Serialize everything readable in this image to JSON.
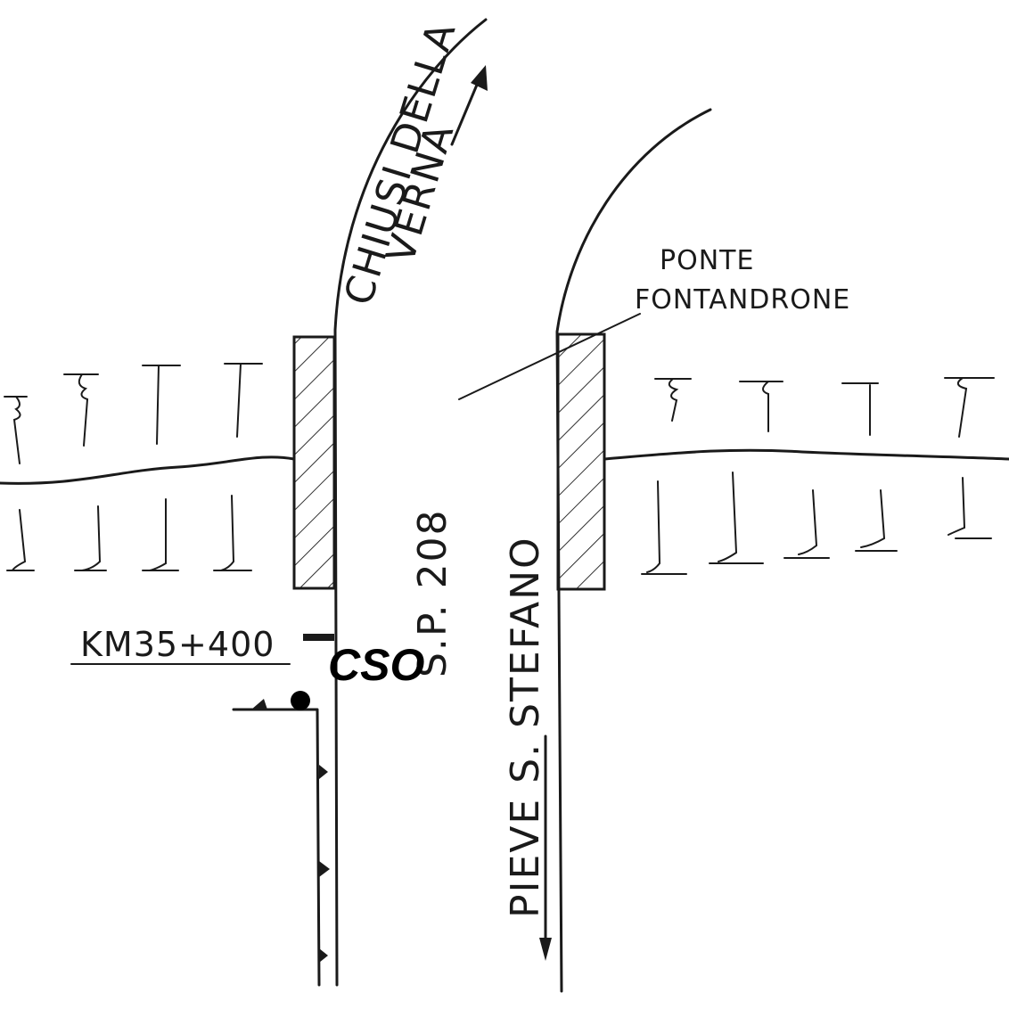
{
  "road_north_label_line1": "CHIUSI DELLA",
  "road_north_label_line2": "VERNA",
  "road_south_label": "PIEVE S. STEFANO",
  "road_code": "S.P. 208",
  "bridge_label_line1": "PONTE",
  "bridge_label_line2": "FONTANDRONE",
  "km_label": "KM35+400",
  "marker_label": "CSO"
}
